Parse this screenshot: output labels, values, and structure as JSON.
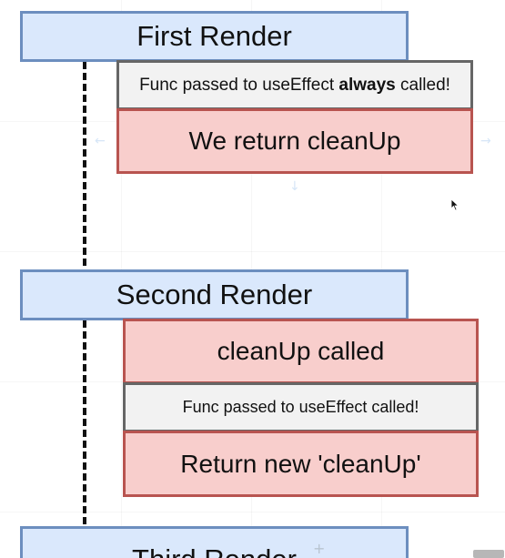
{
  "first_render": {
    "title": "First Render",
    "func_prefix": "Func passed to useEffect ",
    "func_emphasis": "always",
    "func_suffix": " called!",
    "return_label": "We return cleanUp"
  },
  "second_render": {
    "title": "Second Render",
    "cleanup_label": "cleanUp called",
    "func_label": "Func passed to useEffect called!",
    "return_label": "Return new 'cleanUp'"
  },
  "third_render": {
    "title": "Third Render"
  },
  "colors": {
    "header_fill": "#dae8fc",
    "header_stroke": "#6c8ebf",
    "red_fill": "#f8cecc",
    "red_stroke": "#b85450",
    "gray_fill": "#f2f2f2",
    "gray_stroke": "#666666"
  }
}
